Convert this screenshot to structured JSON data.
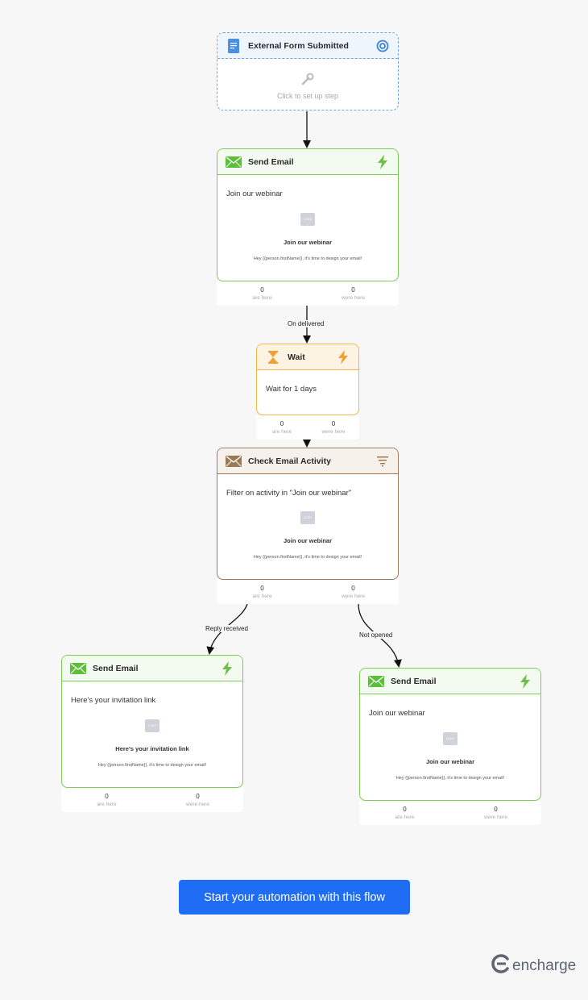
{
  "trigger": {
    "title": "External Form Submitted",
    "setup_hint": "Click to set up step"
  },
  "email1": {
    "title": "Send Email",
    "subject": "Join our webinar",
    "preview": {
      "logo": "LOGO",
      "title": "Join our webinar",
      "line": "Hey {{person.firstName}}, it's time to design your email!"
    },
    "stats": {
      "here_count": "0",
      "here_label": "are here",
      "were_count": "0",
      "were_label": "were here"
    }
  },
  "edge1_label": "On delivered",
  "wait": {
    "title": "Wait",
    "text": "Wait for 1 days",
    "stats": {
      "here_count": "0",
      "here_label": "are here",
      "were_count": "0",
      "were_label": "were here"
    }
  },
  "check": {
    "title": "Check Email Activity",
    "text": "Filter on activity in \"Join our webinar\"",
    "preview": {
      "logo": "LOGO",
      "title": "Join our webinar",
      "line": "Hey {{person.firstName}}, it's time to design your email!"
    },
    "stats": {
      "here_count": "0",
      "here_label": "are here",
      "were_count": "0",
      "were_label": "were here"
    }
  },
  "edge_left_label": "Reply received",
  "edge_right_label": "Not opened",
  "email_left": {
    "title": "Send Email",
    "subject": "Here's your invitation link",
    "preview": {
      "logo": "LOGO",
      "title": "Here's your invitation link",
      "line": "Hey {{person.firstName}}, it's time to design your email!"
    },
    "stats": {
      "here_count": "0",
      "here_label": "are here",
      "were_count": "0",
      "were_label": "were here"
    }
  },
  "email_right": {
    "title": "Send Email",
    "subject": "Join our webinar",
    "preview": {
      "logo": "LOGO",
      "title": "Join our webinar",
      "line": "Hey {{person.firstName}}, it's time to design your email!"
    },
    "stats": {
      "here_count": "0",
      "here_label": "are here",
      "were_count": "0",
      "were_label": "were here"
    }
  },
  "cta_label": "Start your automation with this flow",
  "brand": {
    "wordmark": "encharge"
  },
  "icons": {
    "trigger": "form-document-icon",
    "target": "target-icon",
    "setup": "wrench-icon",
    "email": "envelope-icon",
    "bolt": "lightning-bolt-icon",
    "wait": "hourglass-icon",
    "filter": "filter-icon"
  },
  "colors": {
    "email": "#7ccc55",
    "trigger": "#6ea6de",
    "wait": "#f2b74b",
    "check": "#9c7d5b",
    "cta": "#1f6cf5"
  }
}
